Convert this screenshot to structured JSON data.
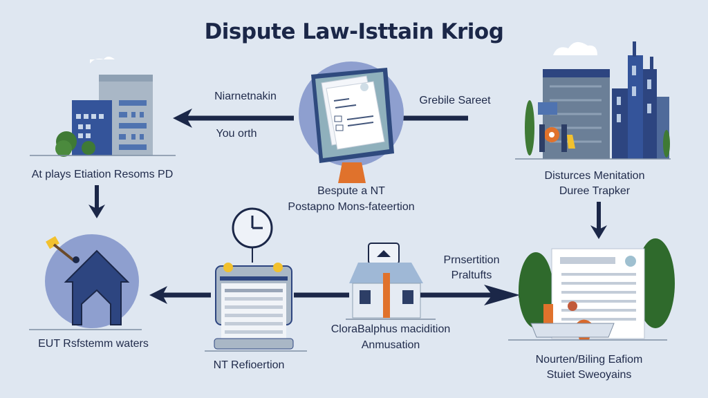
{
  "title": "Dispute Law-Isttain Kriog",
  "nodes": {
    "top_left": {
      "label": "At plays Etiation Resoms PD"
    },
    "top_center": {
      "line1": "Bespute a NT",
      "line2": "Postapno Mons-fateertion"
    },
    "top_right": {
      "line1": "Disturces Menitation",
      "line2": "Duree Trapker"
    },
    "bottom_left": {
      "label": "EUT Rsfstemm waters"
    },
    "bottom_center_left": {
      "label": "NT Refioertion"
    },
    "bottom_center": {
      "line1": "CloraBalphus macidition",
      "line2": "Anmusation"
    },
    "bottom_right": {
      "line1": "Nourten/Biling Eafiom",
      "line2": "Stuiet Sweoyains"
    }
  },
  "edges": {
    "top_left_arrow": {
      "above": "Niarnetnakin",
      "below": "You orth"
    },
    "top_right_line": {
      "above": "Grebile Sareet"
    },
    "bottom_right_arrow": {
      "line1": "Prnsertition",
      "line2": "Praltufts"
    }
  },
  "colors": {
    "background": "#dfe7f1",
    "navy": "#1b2748",
    "accent_orange": "#e0722c",
    "green": "#3f7a35"
  }
}
